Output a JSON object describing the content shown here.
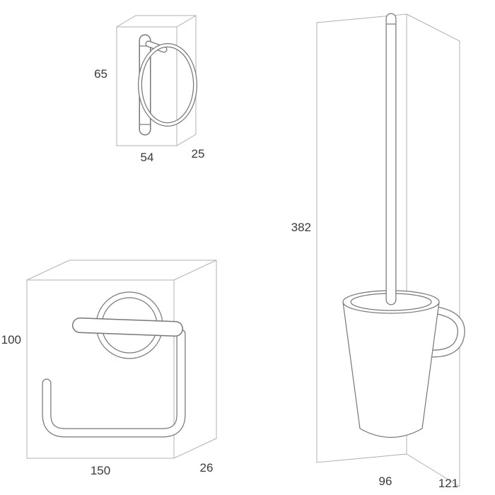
{
  "colors": {
    "background": "#ffffff",
    "panel_line": "#b0b0b0",
    "product_line": "#777777",
    "dimension_text": "#3a3a3a"
  },
  "dimensions": {
    "spare_roll_holder": {
      "height": "65",
      "width": "54",
      "depth": "25"
    },
    "toilet_roll_holder": {
      "height": "100",
      "width": "150",
      "depth": "26"
    },
    "toilet_brush_holder": {
      "height": "382",
      "width": "96",
      "depth": "121"
    }
  }
}
